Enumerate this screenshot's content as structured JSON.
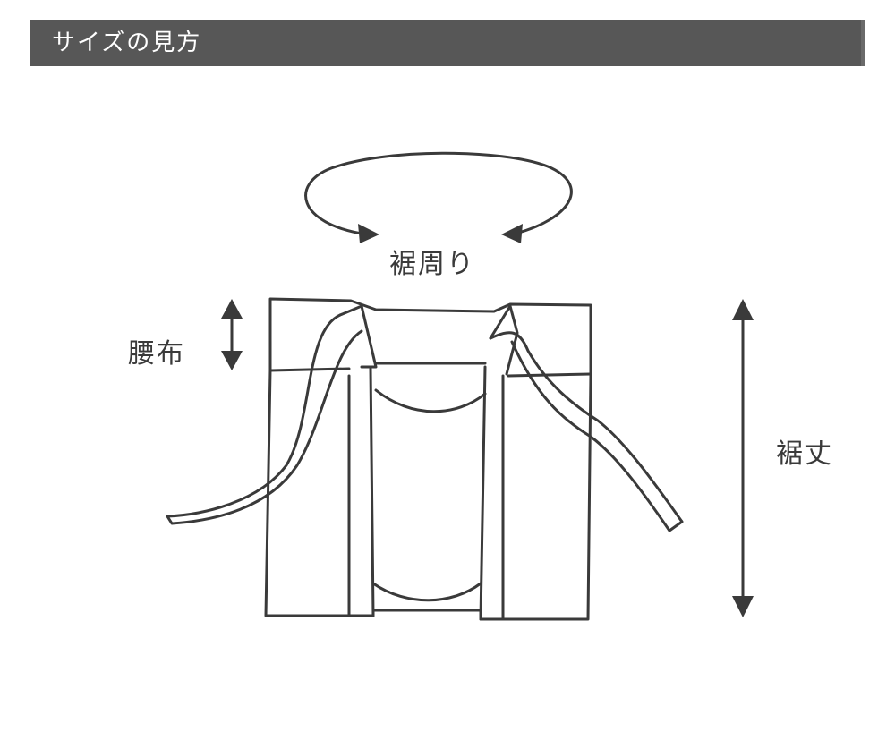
{
  "header": {
    "title": "サイズの見方"
  },
  "diagram": {
    "labels": {
      "hem_circumference": "裾周り",
      "waistband": "腰布",
      "hem_length": "裾丈"
    },
    "colors": {
      "header_background": "#575757",
      "line": "#3a3a3a",
      "background": "#ffffff"
    }
  }
}
